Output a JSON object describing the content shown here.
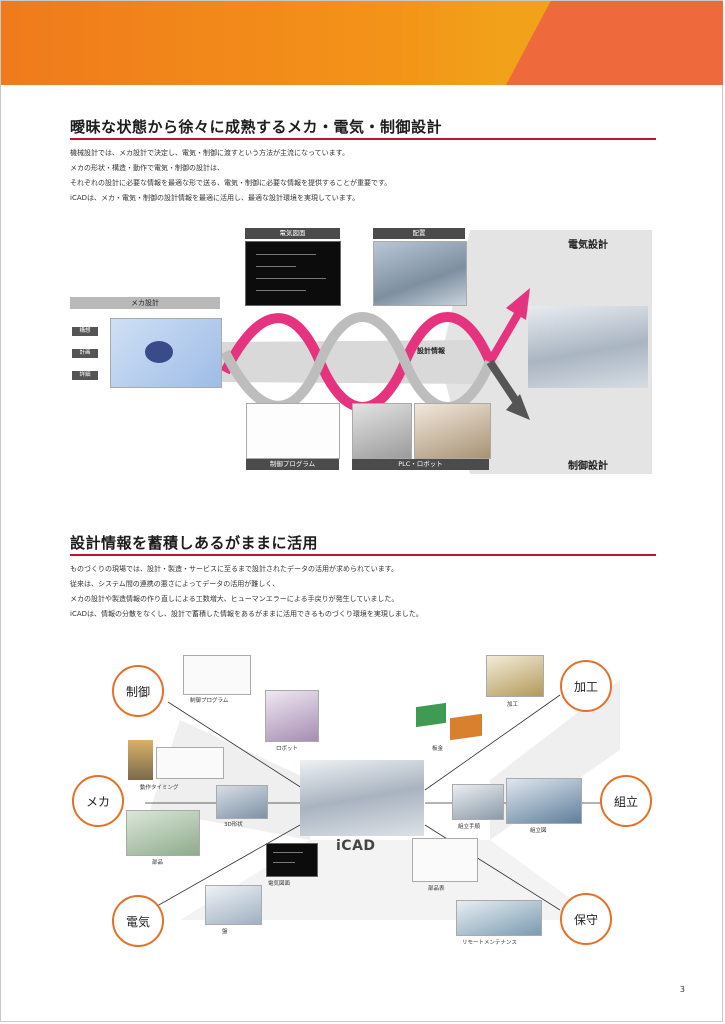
{
  "section1": {
    "title": "曖昧な状態から徐々に成熟するメカ・電気・制御設計",
    "body": [
      "機械設計では、メカ設計で決定し、電気・制御に渡すという方法が主流になっています。",
      "メカの形状・構造・動作で電気・制御の設計は、",
      "それぞれの設計に必要な情報を最適な形で送る、電気・制御に必要な情報を提供することが重要です。",
      "iCADは、メカ・電気・制御の設計情報を最適に活用し、最適な設計環境を実現しています。"
    ],
    "labels": {
      "mecha": "メカ設計",
      "tag1": "構想",
      "tag2": "計画",
      "tag3": "詳細",
      "wiring": "電気図面",
      "layout": "配置",
      "design_info": "設計情報",
      "electrical": "電気設計",
      "control": "制御設計",
      "program": "制御プログラム",
      "plc": "PLC・ロボット"
    }
  },
  "section2": {
    "title": "設計情報を蓄積しあるがままに活用",
    "body": [
      "ものづくりの現場では、設計・製造・サービスに至るまで設計されたデータの活用が求められています。",
      "従来は、システム間の連携の悪さによってデータの活用が難しく、",
      "メカの設計や製造情報の作り直しによる工数増大、ヒューマンエラーによる手戻りが発生していました。",
      "iCADは、情報の分散をなくし、設計で蓄積した情報をあるがままに活用できるものづくり環境を実現しました。"
    ],
    "hub": "iCAD",
    "nodes": {
      "control": "制御",
      "mecha": "メカ",
      "electric": "電気",
      "machining": "加工",
      "assembly": "組立",
      "maintenance": "保守"
    },
    "captions": {
      "program": "制御プログラム",
      "robot": "ロボット",
      "timing": "動作タイミング",
      "modeling": "3D形状",
      "parts": "部品",
      "wiring": "電気図面",
      "panel": "盤",
      "cam": "加工",
      "sheet": "板金",
      "procedure": "組立手順",
      "assembly_img": "組立図",
      "bom": "部品表",
      "remote": "リモートメンテナンス"
    }
  },
  "page_number": "3"
}
